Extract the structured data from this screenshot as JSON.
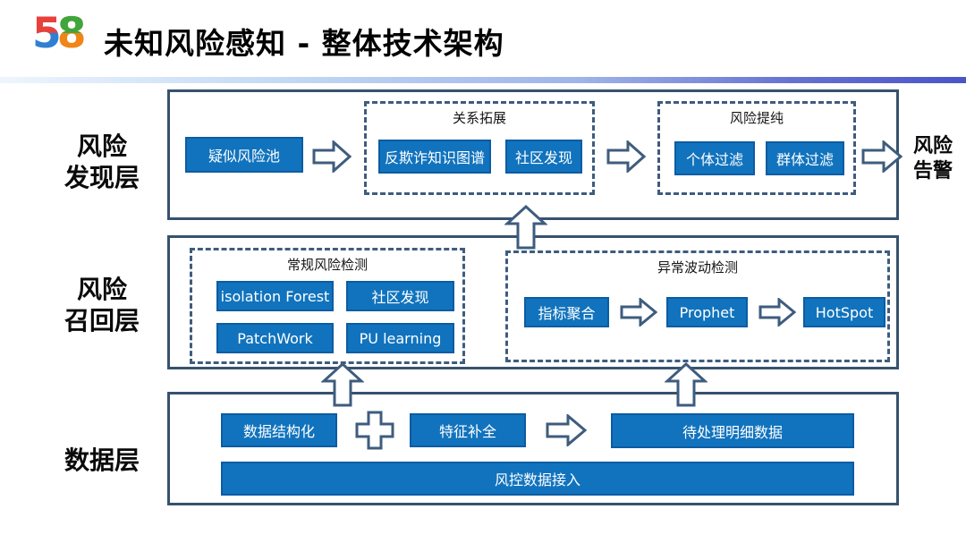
{
  "header": {
    "logo_5": "5",
    "logo_8": "8",
    "title": "未知风险感知 - 整体技术架构"
  },
  "discovery_layer": {
    "label": [
      "风险",
      "发现层"
    ],
    "suspect_pool": "疑似风险池",
    "relation_group": {
      "title": "关系拓展",
      "items": [
        "反欺诈知识图谱",
        "社区发现"
      ]
    },
    "purify_group": {
      "title": "风险提纯",
      "items": [
        "个体过滤",
        "群体过滤"
      ]
    },
    "output": [
      "风险",
      "告警"
    ]
  },
  "recall_layer": {
    "label": [
      "风险",
      "召回层"
    ],
    "regular_group": {
      "title": "常规风险检测",
      "items": [
        "isolation Forest",
        "社区发现",
        "PatchWork",
        "PU learning"
      ]
    },
    "anomaly_group": {
      "title": "异常波动检测",
      "items": [
        "指标聚合",
        "Prophet",
        "HotSpot"
      ]
    }
  },
  "data_layer": {
    "label": "数据层",
    "boxes": {
      "structuring": "数据结构化",
      "feature_completion": "特征补全",
      "pending_detail": "待处理明细数据",
      "ingestion": "风控数据接入"
    }
  },
  "colors": {
    "node_fill": "#1173BD",
    "node_border": "#0C5CA2",
    "frame_border": "#37526F",
    "dashed_border": "#3E5C7E",
    "logo_red": "#E8413C",
    "logo_blue": "#2F7FD3",
    "logo_green": "#3FA53C",
    "logo_orange": "#F08519",
    "divider_left": "#EEF5FD",
    "divider_right": "#4A55C8"
  }
}
